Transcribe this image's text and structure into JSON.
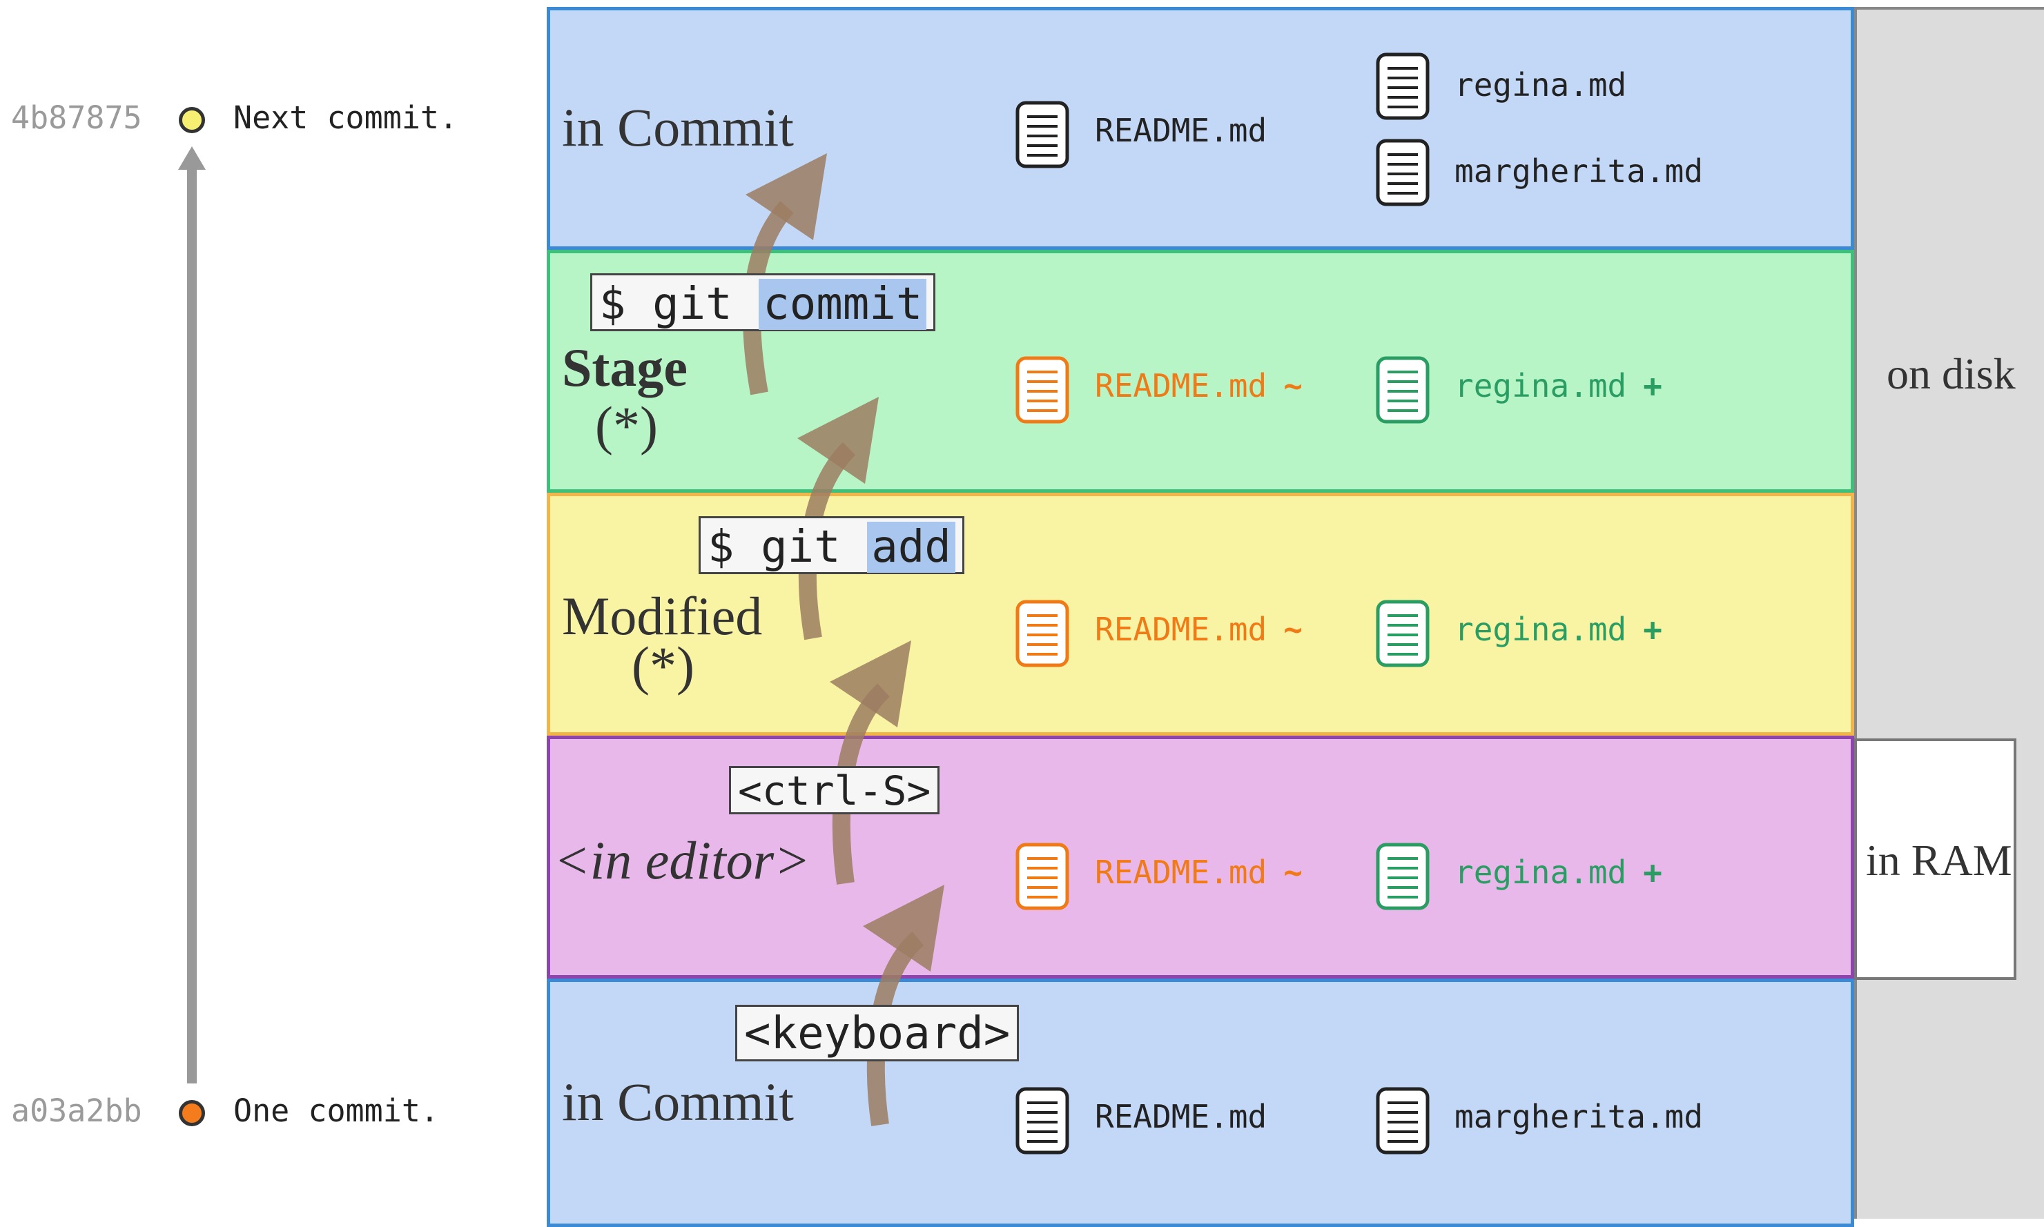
{
  "commits": [
    {
      "hash": "4b87875",
      "message": "Next commit.",
      "color": "#f6ef71"
    },
    {
      "hash": "a03a2bb",
      "message": "One commit.",
      "color": "#f47c1c"
    }
  ],
  "bands": {
    "top_commit": {
      "label": "in Commit",
      "files": [
        {
          "name": "README.md",
          "mark": "",
          "icon": "document-icon"
        },
        {
          "name": "regina.md",
          "mark": "",
          "icon": "document-icon"
        },
        {
          "name": "margherita.md",
          "mark": "",
          "icon": "document-icon"
        }
      ]
    },
    "stage": {
      "label": "Stage",
      "note": "(*)",
      "command_prefix": "$ git ",
      "command_highlight": "commit",
      "files": [
        {
          "name": "README.md",
          "mark": "~",
          "icon": "document-icon"
        },
        {
          "name": "regina.md",
          "mark": "+",
          "icon": "document-icon"
        }
      ]
    },
    "modified": {
      "label": "Modified",
      "note": "(*)",
      "command_prefix": "$ git ",
      "command_highlight": "add",
      "files": [
        {
          "name": "README.md",
          "mark": "~",
          "icon": "document-icon"
        },
        {
          "name": "regina.md",
          "mark": "+",
          "icon": "document-icon"
        }
      ]
    },
    "editor": {
      "label": "<in editor>",
      "command": "<ctrl-S>",
      "files": [
        {
          "name": "README.md",
          "mark": "~",
          "icon": "document-icon"
        },
        {
          "name": "regina.md",
          "mark": "+",
          "icon": "document-icon"
        }
      ]
    },
    "bottom_commit": {
      "label": "in Commit",
      "command": "<keyboard>",
      "files": [
        {
          "name": "README.md",
          "mark": "",
          "icon": "document-icon"
        },
        {
          "name": "margherita.md",
          "mark": "",
          "icon": "document-icon"
        }
      ]
    }
  },
  "storage": {
    "disk_label": "on disk",
    "ram_label": "in RAM"
  },
  "colors": {
    "modified_file": "#f07a16",
    "added_file": "#2a9d63",
    "unchanged_file": "#222222",
    "arrow": "#9c7d62",
    "history_line": "#999999"
  }
}
